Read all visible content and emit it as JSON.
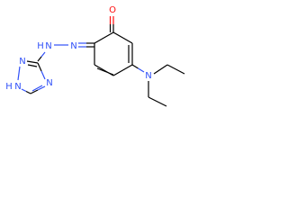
{
  "molecule": {
    "atoms": {
      "carbonyl_oxygen": "O",
      "hydrazone_n_upper": "N",
      "hydrazone_n_lower": "N",
      "hydrazone_h": "H",
      "amine_n": "N",
      "triazole_n2": "N",
      "triazole_n4": "N",
      "triazole_nh_n": "N",
      "triazole_nh_h": "H"
    }
  },
  "colors": {
    "bond": "#000000",
    "nitrogen": "#3050f8",
    "oxygen": "#ff0d0d",
    "background": "#ffffff"
  }
}
